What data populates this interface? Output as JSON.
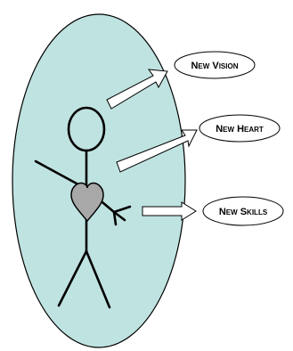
{
  "colors": {
    "oval_fill": "#bfe3e1",
    "outline": "#000000",
    "heart_fill": "#a8a8a8",
    "arrow_fill": "#ffffff",
    "bubble_fill": "#ffffff"
  },
  "icons": {
    "figure": "stick-figure-icon",
    "heart": "heart-icon"
  },
  "labels": [
    {
      "id": "vision",
      "text": "New Vision"
    },
    {
      "id": "heart",
      "text": "New Heart"
    },
    {
      "id": "skills",
      "text": "New Skills"
    }
  ]
}
